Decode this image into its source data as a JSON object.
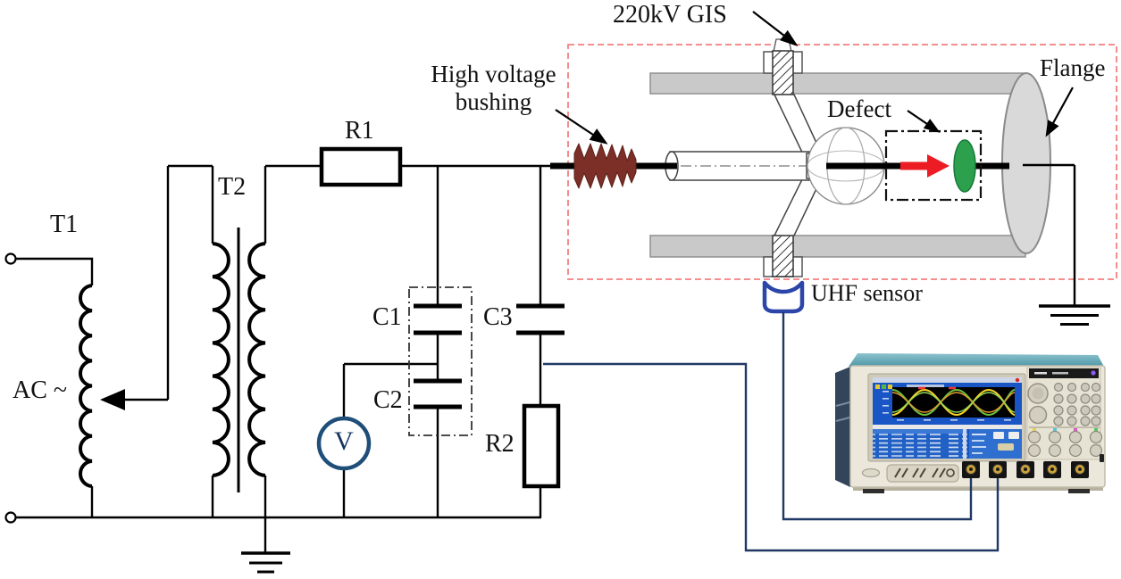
{
  "figure": {
    "type": "circuit-diagram",
    "description": "Partial discharge test circuit for 220kV GIS with UHF sensor and oscilloscope"
  },
  "labels": {
    "t1": "T1",
    "ac_source": "AC ~",
    "t2": "T2",
    "r1": "R1",
    "c1": "C1",
    "c2": "C2",
    "c3": "C3",
    "r2": "R2",
    "voltmeter": "V",
    "bushing_line1": "High voltage",
    "bushing_line2": "bushing",
    "gis": "220kV GIS",
    "defect": "Defect",
    "flange": "Flange",
    "uhf_sensor": "UHF sensor"
  },
  "colors": {
    "wire_black": "#000000",
    "signal_wire_blue": "#1f3864",
    "gis_outline_red": "#f47f7f",
    "bushing_maroon": "#7b2f26",
    "defect_green": "#2ca04d",
    "arrow_red": "#ed1c24",
    "enclosure_gray": "#c9c9c9",
    "enclosure_gray_border": "#8f8f8f",
    "flange_gray": "#d9d9d9",
    "voltmeter_blue": "#1f4e79",
    "uhf_sensor_blue": "#2b46a8",
    "scope_screen_blue": "#1a55c6",
    "scope_body_teal": "#5fa8b6",
    "scope_side_dark": "#32455b",
    "scope_front_beige": "#ebe7db"
  }
}
